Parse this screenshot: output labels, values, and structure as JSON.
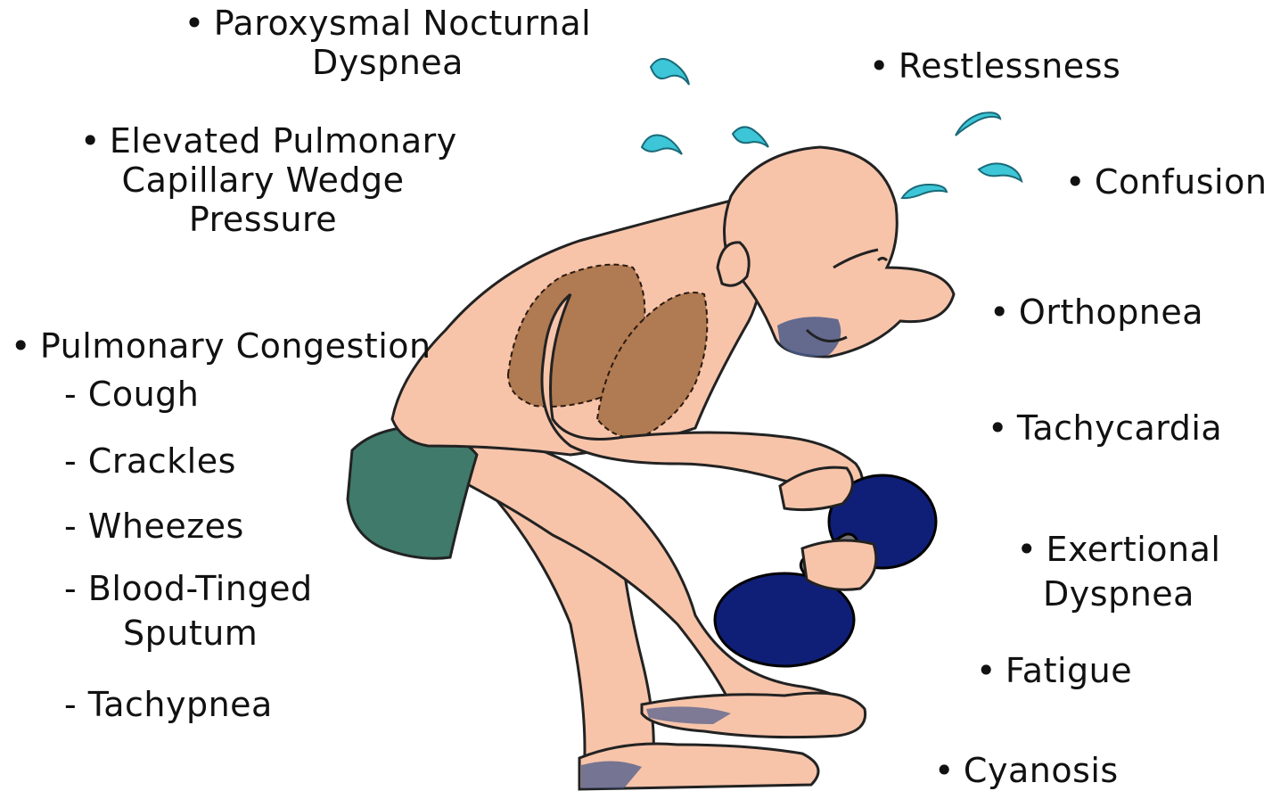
{
  "left_labels": {
    "pnd": [
      "Paroxysmal Nocturnal",
      "Dyspnea"
    ],
    "pcwp": [
      "Elevated Pulmonary",
      "Capillary Wedge",
      "Pressure"
    ],
    "congestion": {
      "title": "Pulmonary Congestion",
      "items": [
        "- Cough",
        "- Crackles",
        "- Wheezes",
        "- Blood-Tinged",
        "Sputum",
        "- Tachypnea"
      ]
    }
  },
  "right_labels": {
    "restlessness": "Restlessness",
    "confusion": "Confusion",
    "orthopnea": "Orthopnea",
    "tachycardia": "Tachycardia",
    "exertional": [
      "Exertional",
      "Dyspnea"
    ],
    "fatigue": "Fatigue",
    "cyanosis": "Cyanosis"
  },
  "colors": {
    "skin": "#f7c4aa",
    "shorts": "#3f7a6a",
    "lungs": "#b07a52",
    "dumbbell": "#0f1f78",
    "sweat": "#3cc6d8",
    "cyanosis": "#4a5a8a"
  }
}
